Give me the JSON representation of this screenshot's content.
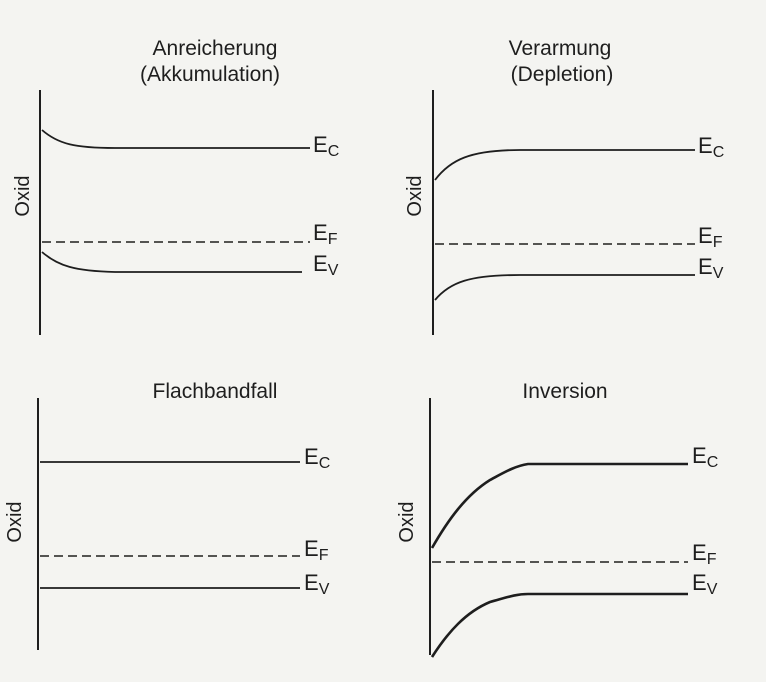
{
  "panels": [
    {
      "id": "accumulation",
      "title_line1": "Anreicherung",
      "title_line2": "(Akkumulation)",
      "oxide_label": "Oxid"
    },
    {
      "id": "depletion",
      "title_line1": "Verarmung",
      "title_line2": "(Depletion)",
      "oxide_label": "Oxid"
    },
    {
      "id": "flatband",
      "title_line1": "Flachbandfall",
      "title_line2": "",
      "oxide_label": "Oxid"
    },
    {
      "id": "inversion",
      "title_line1": "Inversion",
      "title_line2": "",
      "oxide_label": "Oxid"
    }
  ],
  "bands": {
    "conduction": {
      "symbol": "E",
      "subscript": "C"
    },
    "fermi": {
      "symbol": "E",
      "subscript": "F"
    },
    "valence": {
      "symbol": "E",
      "subscript": "V"
    }
  },
  "colors": {
    "ink": "#1e1e1e",
    "background": "#f4f4f1"
  }
}
